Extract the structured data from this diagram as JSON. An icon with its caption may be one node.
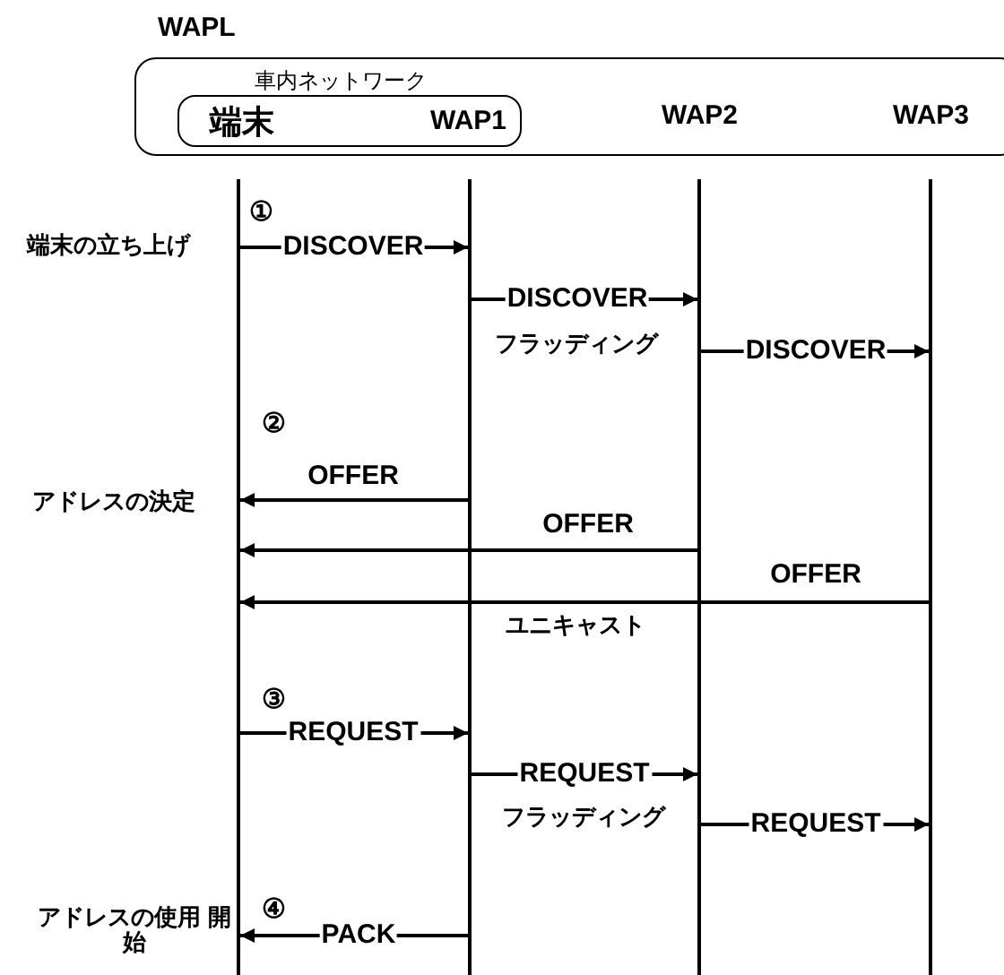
{
  "diagram": {
    "nodes": [
      {
        "text": [
          "WAPL"
        ]
      },
      {
        "text": [
          "車内ネットワーク"
        ],
        "in": 0
      },
      {
        "text": [
          "端末"
        ],
        "in": 1
      },
      {
        "text": [
          "WAP1"
        ],
        "in": 1
      },
      {
        "text": [
          "WAP2"
        ],
        "in": 0
      },
      {
        "text": [
          "WAP3"
        ],
        "in": 0
      },
      {
        "text": [],
        "shape": "bar"
      },
      {
        "text": [],
        "shape": "bar"
      },
      {
        "text": [],
        "shape": "bar"
      },
      {
        "text": [],
        "shape": "bar"
      }
    ],
    "edges": [
      {
        "from": 6,
        "to": 7,
        "arrow": "to",
        "label": "DISCOVER"
      },
      {
        "from": 7,
        "to": 8,
        "arrow": "to",
        "label": "DISCOVER"
      },
      {
        "from": 8,
        "to": 9,
        "arrow": "to",
        "label": "DISCOVER"
      },
      {
        "from": 7,
        "to": 6,
        "arrow": "to",
        "label": "OFFER"
      },
      {
        "from": 8,
        "to": 6,
        "arrow": "to",
        "label": "OFFER"
      },
      {
        "from": 9,
        "to": 6,
        "arrow": "to",
        "label": "OFFER"
      },
      {
        "from": 6,
        "to": 7,
        "arrow": "to",
        "label": "REQUEST"
      },
      {
        "from": 7,
        "to": 8,
        "arrow": "to",
        "label": "REQUEST"
      },
      {
        "from": 8,
        "to": 9,
        "arrow": "to",
        "label": "REQUEST"
      },
      {
        "from": 7,
        "to": 6,
        "arrow": "to",
        "label": "PACK"
      }
    ],
    "labels": [
      "①",
      "端末の立ち上げ",
      "フラッディング",
      "②",
      "アドレスの決定",
      "ユニキャスト",
      "③",
      "フラッディング",
      "④",
      "アドレスの使用 開始"
    ]
  }
}
